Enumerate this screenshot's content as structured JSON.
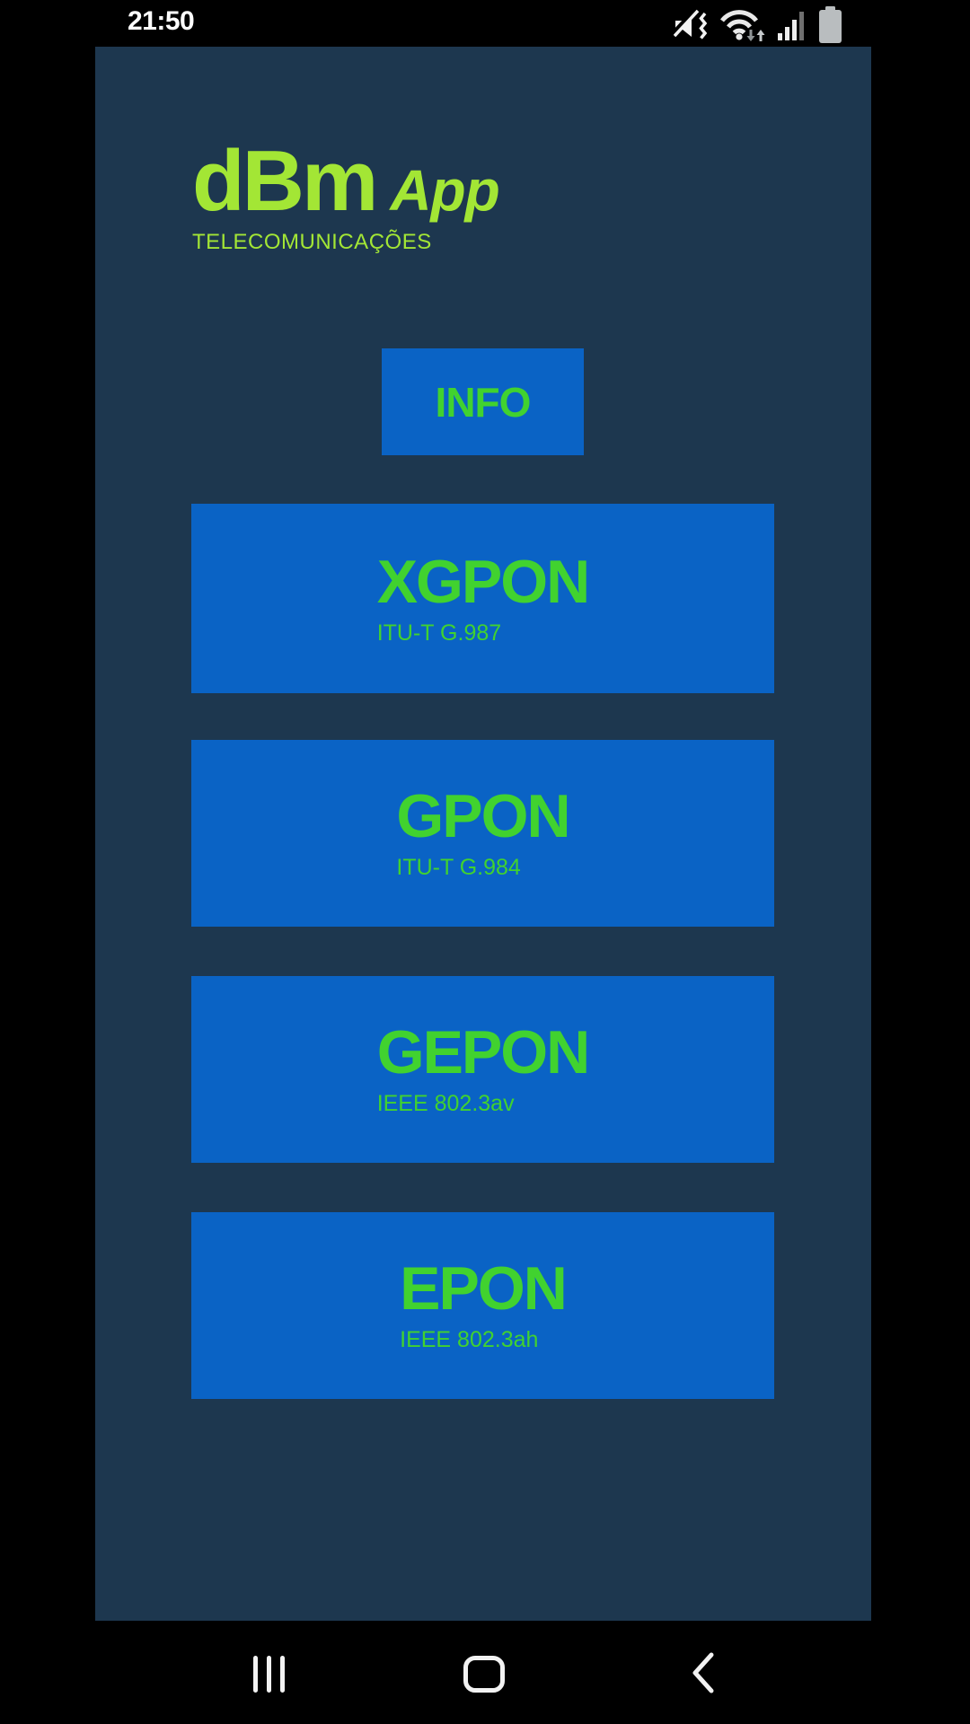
{
  "status_bar": {
    "time": "21:50",
    "icons": [
      {
        "name": "mute-vibrate-icon"
      },
      {
        "name": "wifi-icon"
      },
      {
        "name": "signal-strength-icon"
      },
      {
        "name": "battery-icon"
      }
    ]
  },
  "app": {
    "brand": {
      "title": "dBm",
      "title_suffix": "App",
      "tagline": "TELECOMUNICAÇÕES"
    },
    "info_button": {
      "label": "INFO"
    },
    "menu_buttons": [
      {
        "id": "xgpon",
        "title": "XGPON",
        "subtitle": "ITU-T G.987"
      },
      {
        "id": "gpon",
        "title": "GPON",
        "subtitle": "ITU-T G.984"
      },
      {
        "id": "gepon",
        "title": "GEPON",
        "subtitle": "IEEE 802.3av"
      },
      {
        "id": "epon",
        "title": "EPON",
        "subtitle": "IEEE 802.3ah"
      }
    ]
  },
  "nav_bar": {
    "icons": [
      {
        "name": "recents-icon"
      },
      {
        "name": "home-icon"
      },
      {
        "name": "back-icon"
      }
    ]
  },
  "colors": {
    "background": "#000000",
    "panel": "#1d374f",
    "button_blue": "#0a63c5",
    "brand_lime": "#a3e635",
    "accent_green": "#41d22f",
    "status_white": "#ffffff"
  }
}
